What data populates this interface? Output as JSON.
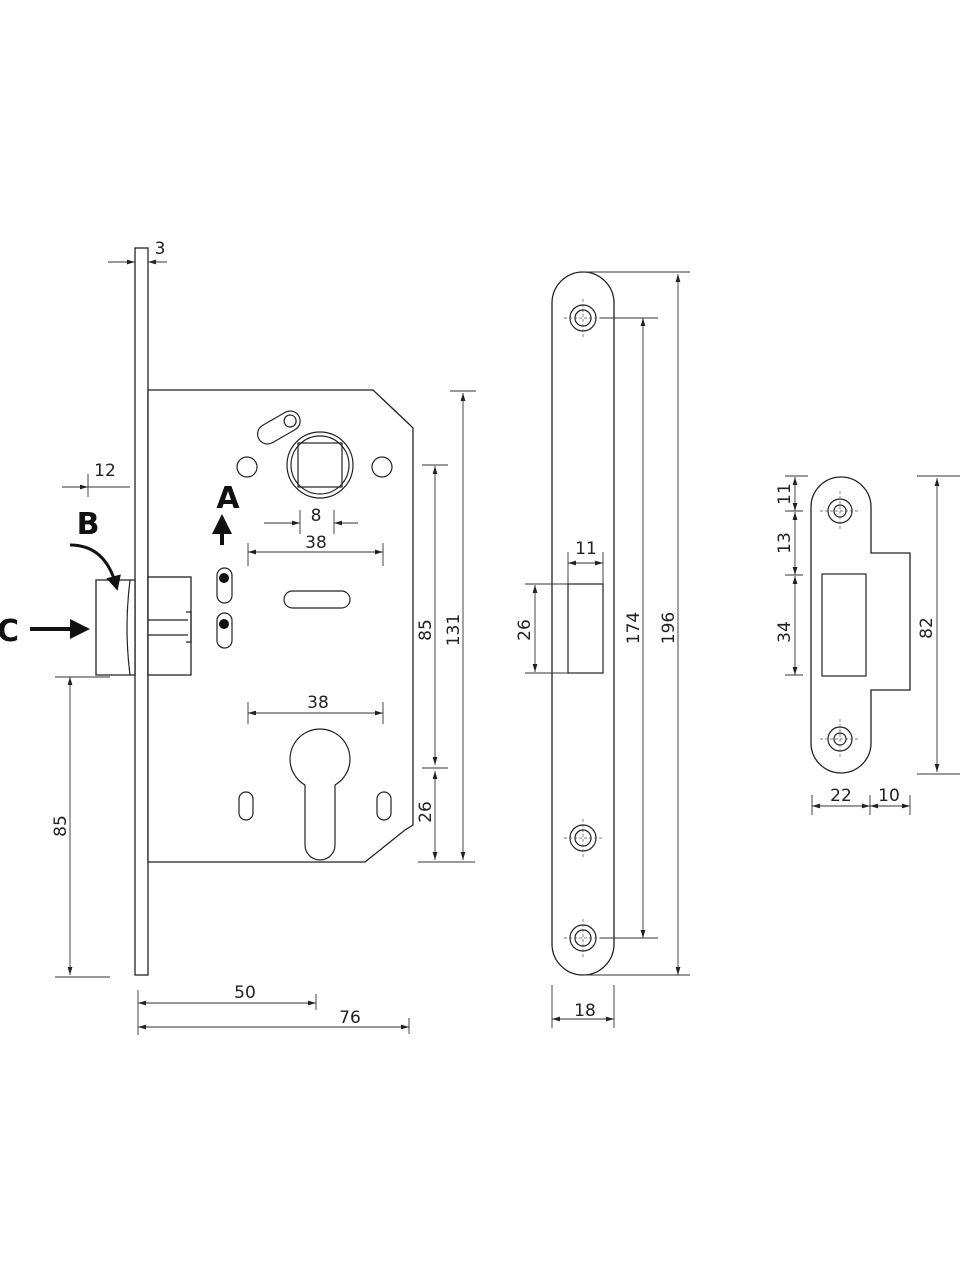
{
  "labels": {
    "a": "A",
    "b": "B",
    "c": "C"
  },
  "lock_dims": {
    "faceplate_thickness": "3",
    "latch_projection": "12",
    "spindle_square": "8",
    "spindle_backset": "38",
    "cylinder_backset": "38",
    "latch_height_from_bottom": "85",
    "backset": "50",
    "body_depth": "76",
    "center_distance": "85",
    "cylinder_to_bottom": "26",
    "body_height": "131"
  },
  "strike_plate_dims": {
    "slot_width": "11",
    "slot_height": "26",
    "screw_distance": "174",
    "length": "196",
    "width": "18"
  },
  "small_strike_dims": {
    "top_offset": "11",
    "screw_to_slot": "13",
    "slot_height": "34",
    "length": "82",
    "plate_width": "22",
    "lip_width": "10"
  }
}
